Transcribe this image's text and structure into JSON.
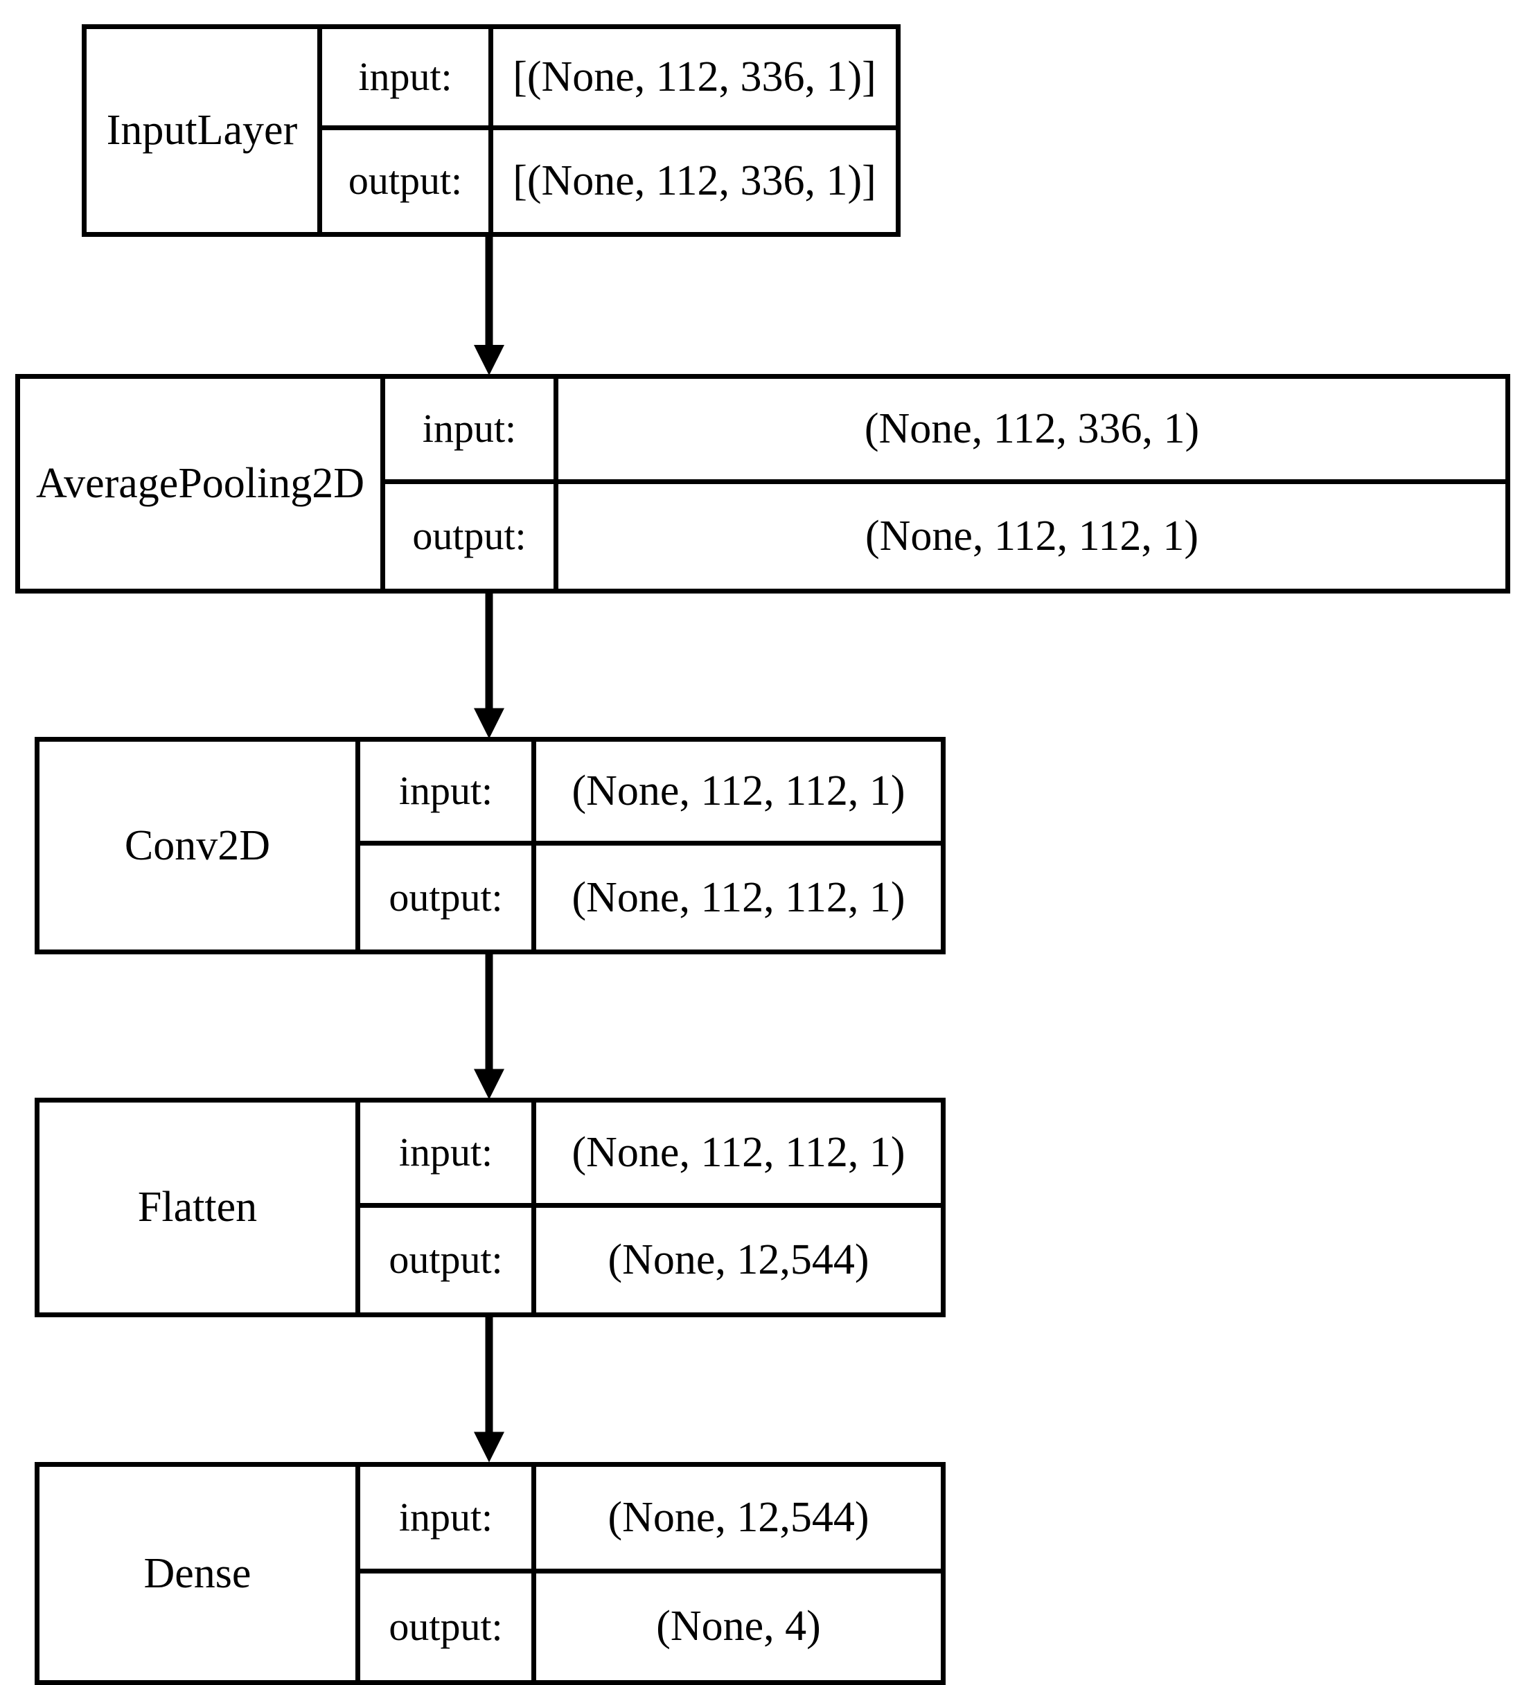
{
  "diagram": {
    "title": "Keras model architecture plot",
    "background_color": "#ffffff",
    "line_color": "#000000",
    "io_labels": {
      "input": "input:",
      "output": "output:"
    },
    "layers": [
      {
        "id": "input-layer",
        "name": "InputLayer",
        "input_label": "input:",
        "input_shape": "[(None, 112, 336, 1)]",
        "output_label": "output:",
        "output_shape": "[(None, 112, 336, 1)]"
      },
      {
        "id": "average-pooling-2d",
        "name": "AveragePooling2D",
        "input_label": "input:",
        "input_shape": "(None, 112, 336, 1)",
        "output_label": "output:",
        "output_shape": "(None, 112, 112, 1)"
      },
      {
        "id": "conv-2d",
        "name": "Conv2D",
        "input_label": "input:",
        "input_shape": "(None, 112, 112, 1)",
        "output_label": "output:",
        "output_shape": "(None, 112, 112, 1)"
      },
      {
        "id": "flatten",
        "name": "Flatten",
        "input_label": "input:",
        "input_shape": "(None, 112, 112, 1)",
        "output_label": "output:",
        "output_shape": "(None, 12,544)"
      },
      {
        "id": "dense",
        "name": "Dense",
        "input_label": "input:",
        "input_shape": "(None, 12,544)",
        "output_label": "output:",
        "output_shape": "(None, 4)"
      }
    ],
    "connections": [
      {
        "from": "input-layer",
        "to": "average-pooling-2d"
      },
      {
        "from": "average-pooling-2d",
        "to": "conv-2d"
      },
      {
        "from": "conv-2d",
        "to": "flatten"
      },
      {
        "from": "flatten",
        "to": "dense"
      }
    ]
  }
}
